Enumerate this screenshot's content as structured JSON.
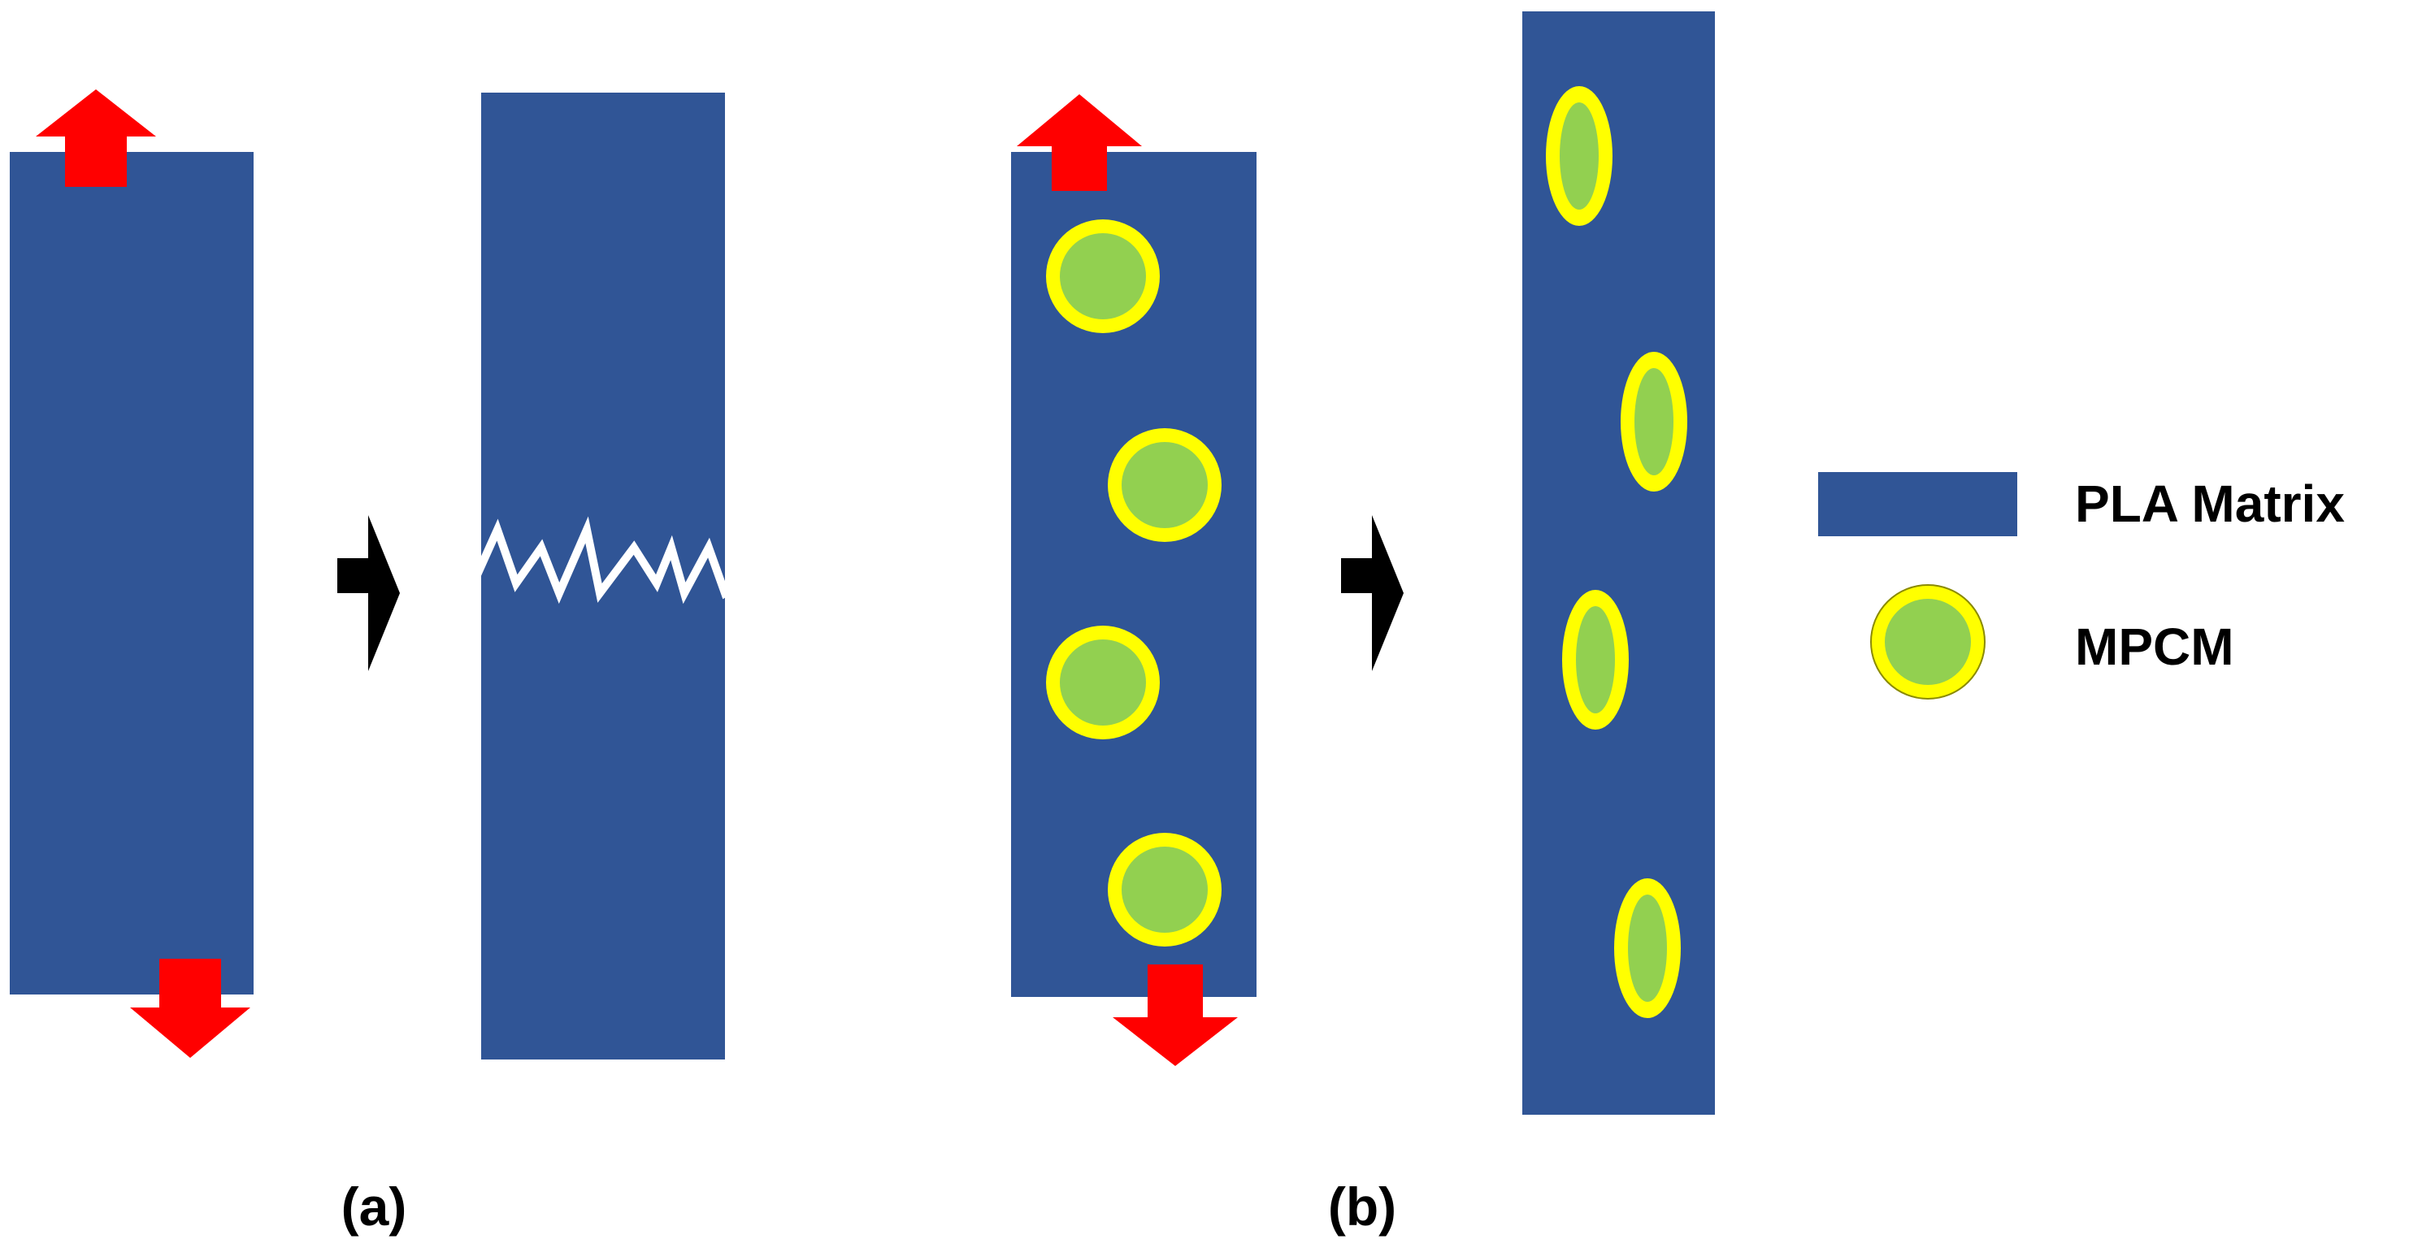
{
  "panels": {
    "a": {
      "label": "(a)"
    },
    "b": {
      "label": "(b)"
    }
  },
  "legend": {
    "matrix_label": "PLA Matrix",
    "mpcm_label": "MPCM"
  },
  "colors": {
    "matrix": "#305596",
    "tension_arrow": "#ff0000",
    "process_arrow": "#000000",
    "crack": "#ffffff",
    "mpcm_shell": "#ffff00",
    "mpcm_core": "#92d050"
  },
  "icons": {
    "tension_arrow": "block-arrow-icon",
    "process_arrow": "chevron-arrow-icon",
    "crack": "zigzag-crack-icon",
    "mpcm": "core-shell-particle-icon"
  }
}
